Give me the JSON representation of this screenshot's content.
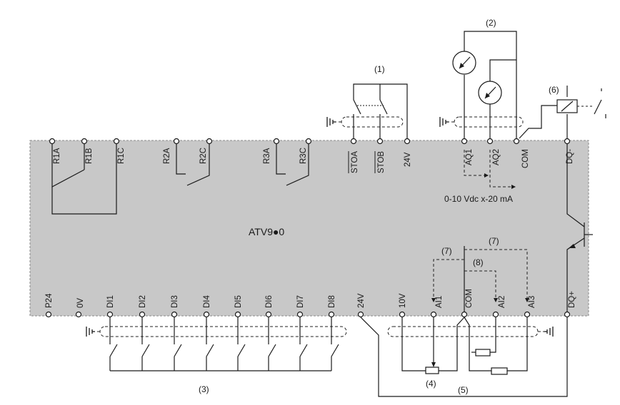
{
  "drive": {
    "model": "ATV9●0",
    "panel_color": "#c8c8c8"
  },
  "terminals": {
    "top": [
      "R1A",
      "R1B",
      "R1C",
      "R2A",
      "R2C",
      "R3A",
      "R3C",
      "STOA",
      "STOB",
      "24V",
      "AQ1",
      "AQ2",
      "COM",
      "DQ-"
    ],
    "bottom": [
      "P24",
      "0V",
      "DI1",
      "DI2",
      "DI3",
      "DI4",
      "DI5",
      "DI6",
      "DI7",
      "DI8",
      "24V",
      "10V",
      "AI1",
      "COM",
      "AI2",
      "AI3",
      "DQ+"
    ]
  },
  "annotations": {
    "output_range": "0-10 Vdc x-20 mA"
  },
  "callouts": [
    "(1)",
    "(2)",
    "(3)",
    "(4)",
    "(5)",
    "(6)",
    "(7)",
    "(7)",
    "(8)"
  ],
  "icons": [
    "ground-icon",
    "ammeter-icon",
    "relay-coil-icon",
    "switch-icon",
    "transistor-icon",
    "potentiometer-icon",
    "resistor-icon"
  ]
}
